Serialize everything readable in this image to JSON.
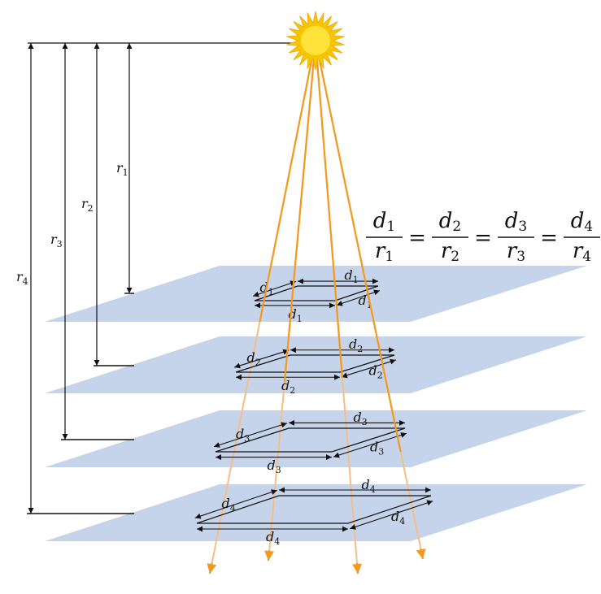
{
  "diagram": {
    "equation": {
      "terms": [
        {
          "num": "d",
          "num_sub": "1",
          "den": "r",
          "den_sub": "1"
        },
        {
          "num": "d",
          "num_sub": "2",
          "den": "r",
          "den_sub": "2"
        },
        {
          "num": "d",
          "num_sub": "3",
          "den": "r",
          "den_sub": "3"
        },
        {
          "num": "d",
          "num_sub": "4",
          "den": "r",
          "den_sub": "4"
        }
      ],
      "operator": "="
    },
    "distance_labels": [
      {
        "var": "r",
        "sub": "1"
      },
      {
        "var": "r",
        "sub": "2"
      },
      {
        "var": "r",
        "sub": "3"
      },
      {
        "var": "r",
        "sub": "4"
      }
    ],
    "planes": [
      {
        "var": "d",
        "sub": "1"
      },
      {
        "var": "d",
        "sub": "2"
      },
      {
        "var": "d",
        "sub": "3"
      },
      {
        "var": "d",
        "sub": "4"
      }
    ],
    "colors": {
      "plane": "#c5d4ea",
      "ray": "#f39a1e",
      "ray_faded": "#f5be86",
      "ink": "#111111",
      "sun_outer": "#f7c600",
      "sun_inner": "#ffe23a"
    }
  }
}
